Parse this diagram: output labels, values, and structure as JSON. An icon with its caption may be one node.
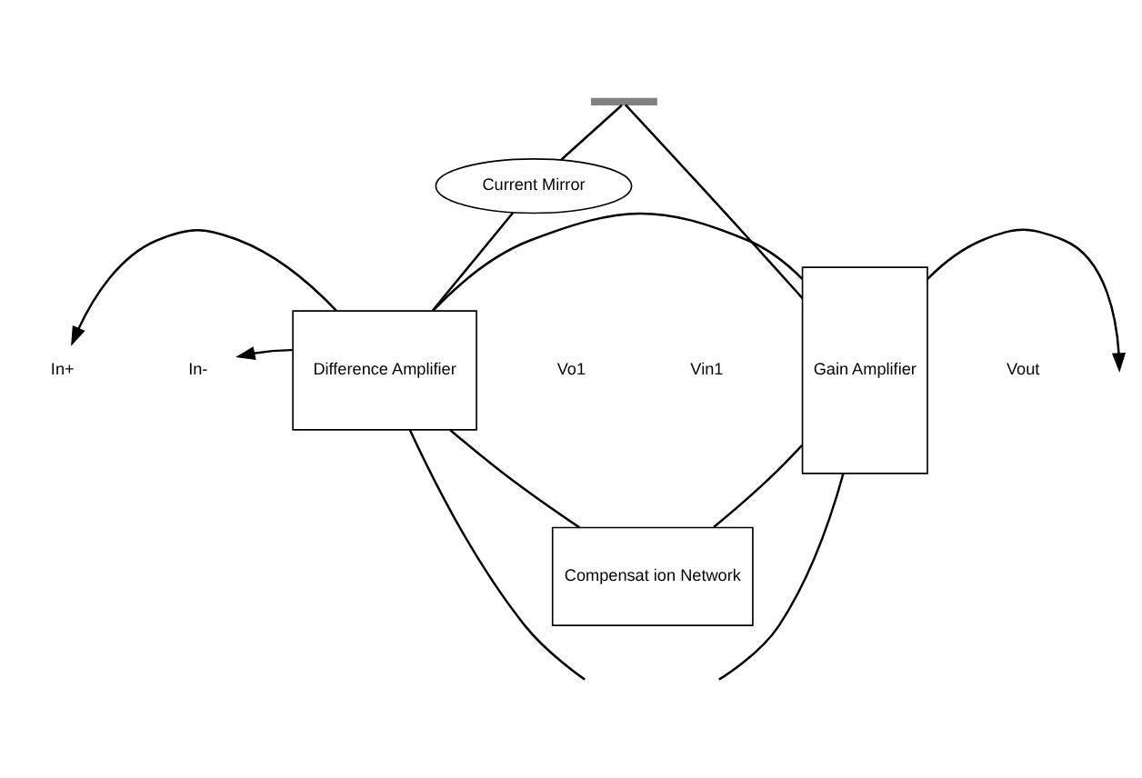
{
  "diagram": {
    "nodes": [
      {
        "text": [],
        "shape": "bar"
      },
      {
        "text": [
          "Current Mirror"
        ]
      },
      {
        "text": [
          "Gain Amplifier"
        ]
      },
      {
        "text": [
          "In+"
        ]
      },
      {
        "text": [
          "In-"
        ]
      },
      {
        "text": [
          "Difference Amplifier"
        ]
      },
      {
        "text": [
          "Compensat ion Network"
        ]
      }
    ],
    "edges": [
      {
        "from": 0,
        "to": 1,
        "arrow": "none"
      },
      {
        "from": 0,
        "to": 2,
        "arrow": "none"
      },
      {
        "from": 1,
        "to": 5,
        "arrow": "none"
      },
      {
        "from": 5,
        "to": 3,
        "arrow": "to"
      },
      {
        "from": 5,
        "to": 4,
        "arrow": "to"
      },
      {
        "from": 5,
        "to": 2,
        "arrow": "none"
      },
      {
        "from": 5,
        "to": 6,
        "arrow": "none"
      },
      {
        "from": 2,
        "to": null,
        "arrow": "to"
      },
      {
        "from": 6,
        "to": 2,
        "arrow": "none"
      },
      {
        "from": 5,
        "to": null,
        "arrow": "none"
      },
      {
        "from": 2,
        "to": null,
        "arrow": "none"
      }
    ],
    "labels": [
      "Vo1",
      "Vin1",
      "Vout"
    ]
  }
}
